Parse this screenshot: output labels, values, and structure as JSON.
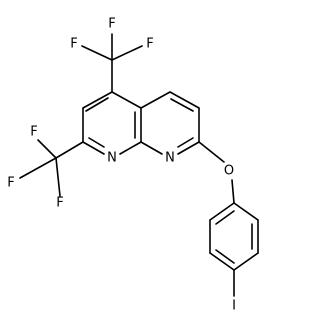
{
  "molecule": {
    "atoms": {
      "f1": "F",
      "f2": "F",
      "f3": "F",
      "f4": "F",
      "f5": "F",
      "f6": "F",
      "n1": "N",
      "n2": "N",
      "o": "O",
      "i": "I"
    }
  }
}
